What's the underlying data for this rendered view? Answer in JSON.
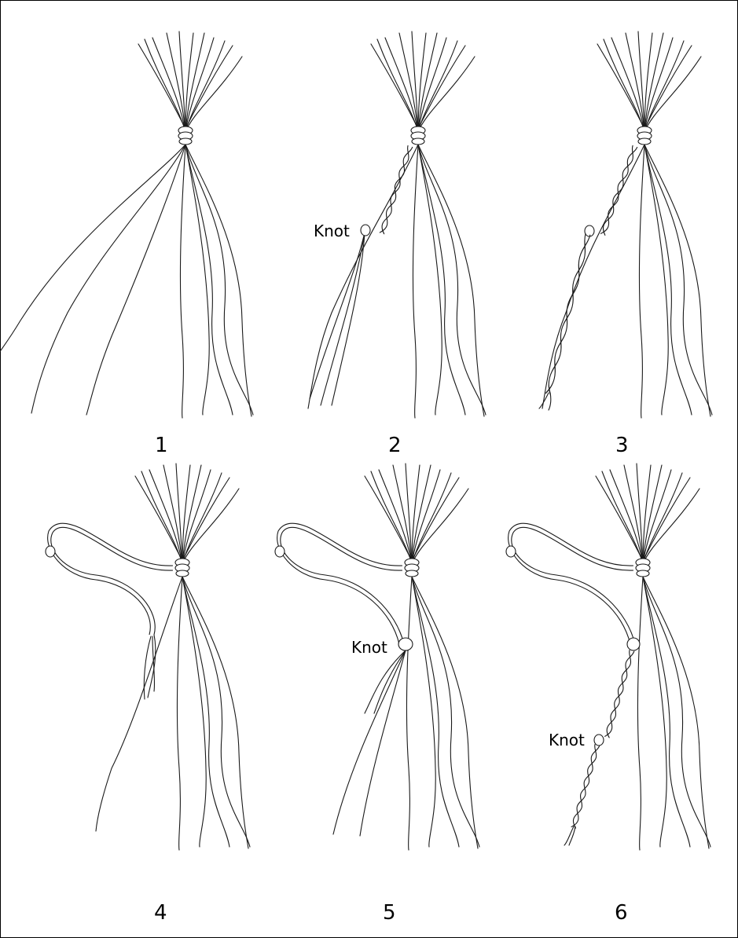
{
  "figure": {
    "colors": {
      "ink": "#1a1a1a",
      "background": "#ffffff"
    },
    "steps": [
      {
        "number": "1",
        "knot_labels": []
      },
      {
        "number": "2",
        "knot_labels": [
          "Knot"
        ]
      },
      {
        "number": "3",
        "knot_labels": []
      },
      {
        "number": "4",
        "knot_labels": []
      },
      {
        "number": "5",
        "knot_labels": [
          "Knot"
        ]
      },
      {
        "number": "6",
        "knot_labels": [
          "Knot"
        ]
      }
    ]
  }
}
